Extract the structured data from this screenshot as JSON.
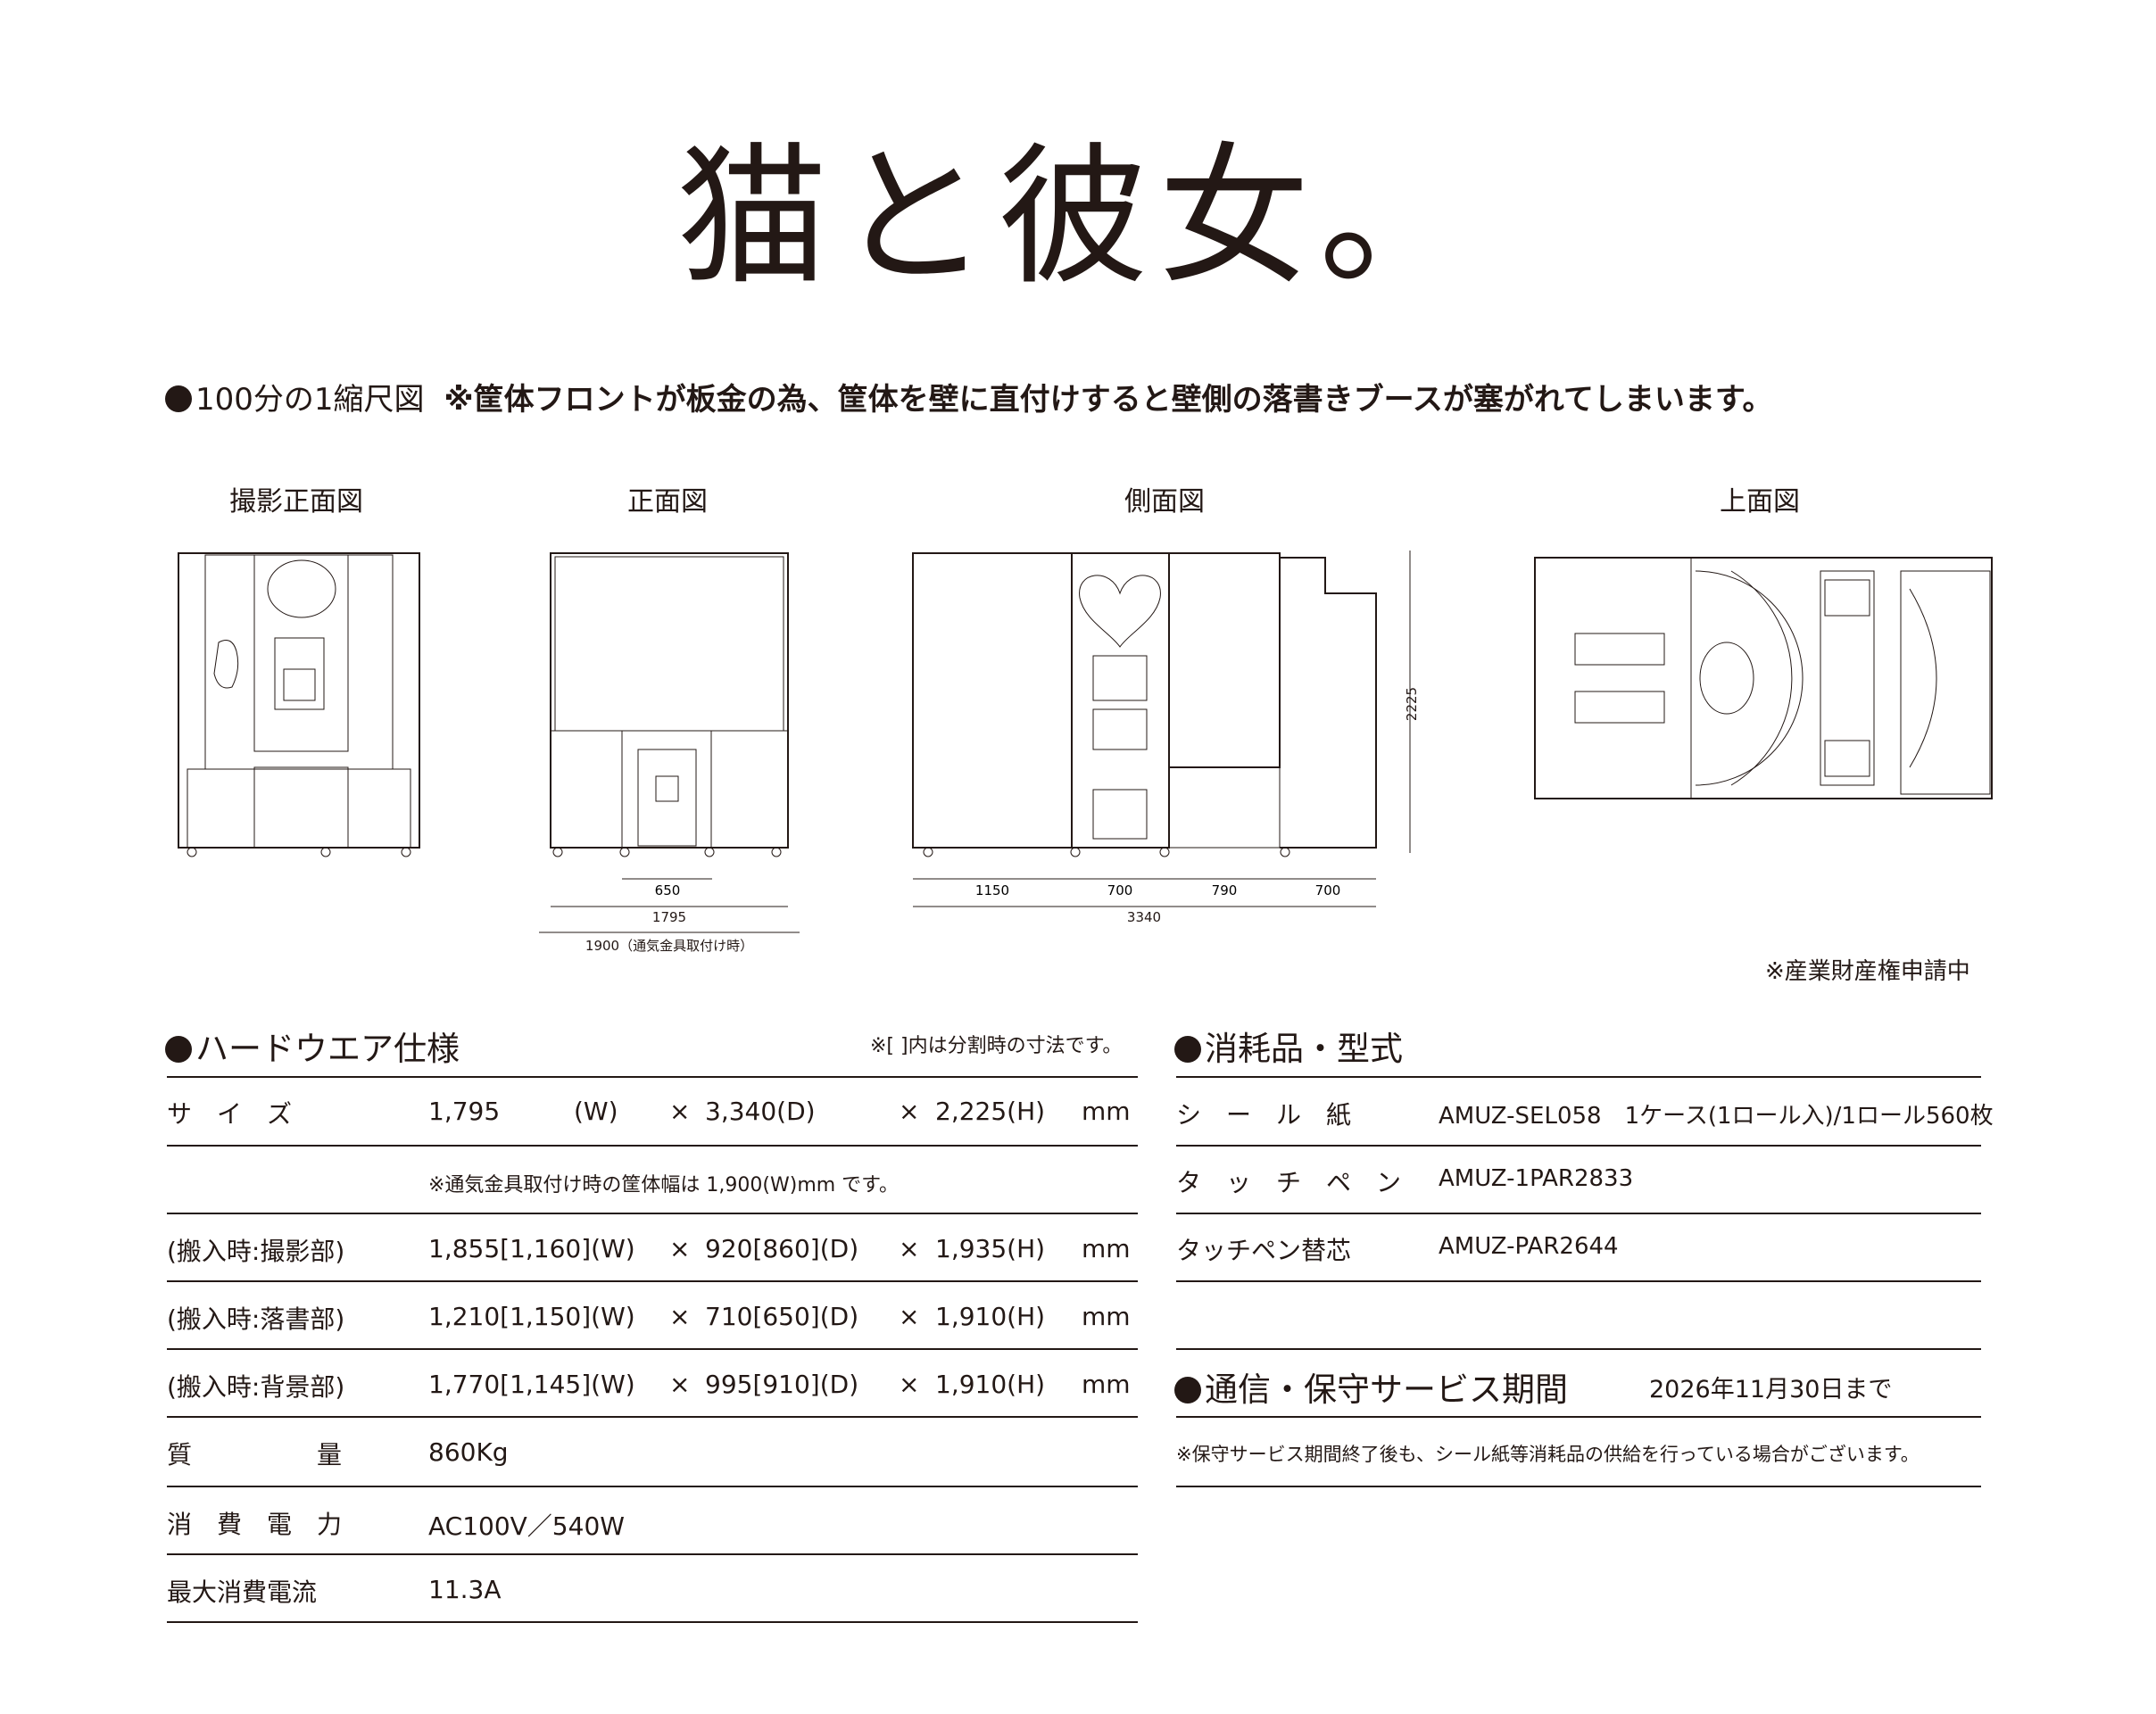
{
  "title": "猫と彼女。",
  "scale_note": {
    "label": "100分の1縮尺図",
    "warning": "※筐体フロントが板金の為、筐体を壁に直付けすると壁側の落書きブースが塞がれてしまいます。"
  },
  "views": [
    {
      "label": "撮影正面図"
    },
    {
      "label": "正面図"
    },
    {
      "label": "側面図"
    },
    {
      "label": "上面図"
    }
  ],
  "dimensions": {
    "front": {
      "inner": "650",
      "width": "1795",
      "width_vent": "1900（通気金具取付け時）"
    },
    "side": {
      "segments": [
        "1150",
        "700",
        "790",
        "700"
      ],
      "total": "3340",
      "height": "2225"
    }
  },
  "patent_note": "※産業財産権申請中",
  "hardware": {
    "heading": "ハードウエア仕様",
    "note": "※[ ]内は分割時の寸法です。",
    "size_row": {
      "label": "サ　イ　ズ",
      "w": "1,795",
      "w_unit": "(W)",
      "x1": "×",
      "d": "3,340(D)",
      "x2": "×",
      "h": "2,225(H)",
      "unit": "mm"
    },
    "vent_note": "※通気金具取付け時の筐体幅は 1,900(W)mm です。",
    "rows": [
      {
        "label": "(搬入時:撮影部)",
        "w": "1,855[1,160](W)",
        "x1": "×",
        "d": "920[860](D)",
        "x2": "×",
        "h": "1,935(H)",
        "unit": "mm"
      },
      {
        "label": "(搬入時:落書部)",
        "w": "1,210[1,150](W)",
        "x1": "×",
        "d": "710[650](D)",
        "x2": "×",
        "h": "1,910(H)",
        "unit": "mm"
      },
      {
        "label": "(搬入時:背景部)",
        "w": "1,770[1,145](W)",
        "x1": "×",
        "d": "995[910](D)",
        "x2": "×",
        "h": "1,910(H)",
        "unit": "mm"
      }
    ],
    "weight": {
      "label": "質　　　　　量",
      "value": "860Kg"
    },
    "power": {
      "label": "消　費　電　力",
      "value": "AC100V／540W"
    },
    "current": {
      "label": "最大消費電流",
      "value": "11.3A"
    }
  },
  "consumables": {
    "heading": "消耗品・型式",
    "items": [
      {
        "label": "シ　ー　ル　紙",
        "value": "AMUZ-SEL058　1ケース(1ロール入)/1ロール560枚"
      },
      {
        "label": "タ　ッ　チ　ペ　ン",
        "value": "AMUZ-1PAR2833"
      },
      {
        "label": "タッチペン替芯",
        "value": "AMUZ-PAR2644"
      }
    ]
  },
  "service": {
    "heading": "通信・保守サービス期間",
    "until": "2026年11月30日まで",
    "note": "※保守サービス期間終了後も、シール紙等消耗品の供給を行っている場合がございます。"
  }
}
